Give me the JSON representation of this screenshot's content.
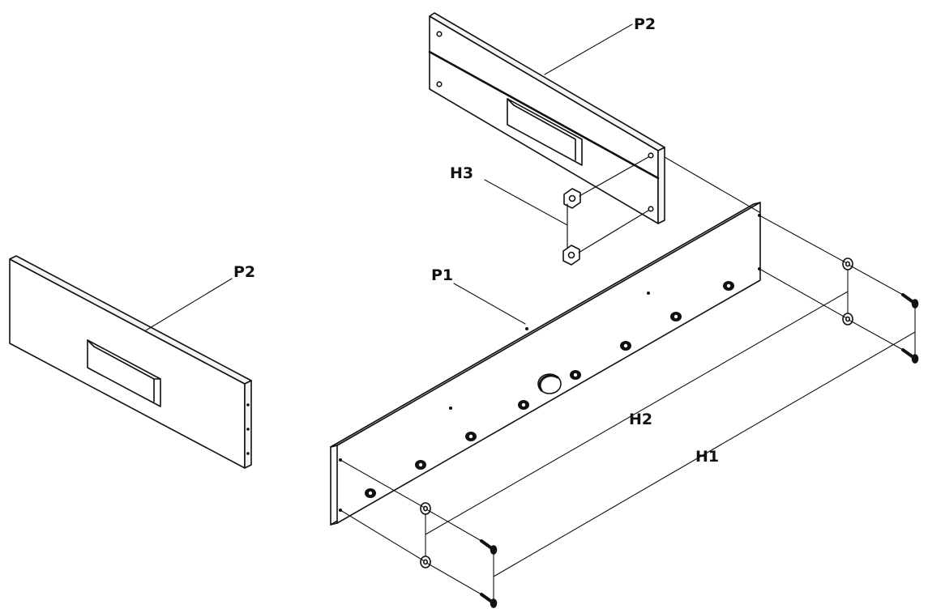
{
  "labels": {
    "p2_top": "P2",
    "p2_left": "P2",
    "p1": "P1",
    "h1": "H1",
    "h2": "H2",
    "h3": "H3"
  },
  "colors": {
    "line": "#111111",
    "face": "#ffffff",
    "edge_face": "#f4f4f4",
    "hole": "#111111"
  }
}
